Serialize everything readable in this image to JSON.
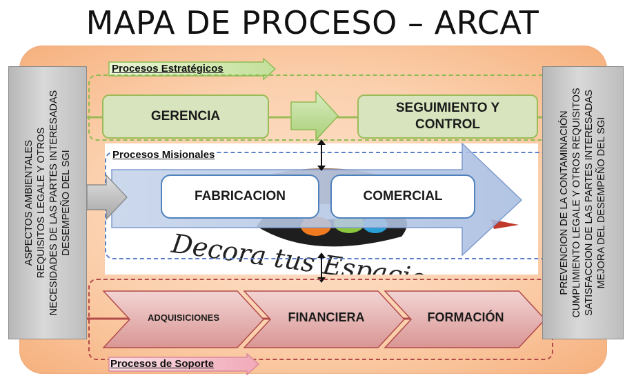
{
  "title": "MAPA DE PROCESO – ARCAT",
  "inputs": {
    "lines": [
      "ASPECTOS AMBIENTALES",
      "REQUISITOS LEGALE Y OTROS",
      "NECESIDADES DE LAS PARTES INTERESADAS",
      "DESEMPEÑO DEL SGI"
    ]
  },
  "outputs": {
    "lines": [
      "PREVENCION DE LA CONTAMINACIÓN",
      "CUMPLIMIENTO LEGALE Y OTROS REQUISITOS",
      "SATISFACCION DE LAS PARTES INTERESADAS",
      "MEJORA DEL DESEMPEÑO DEL SGI"
    ]
  },
  "strategic": {
    "label": "Procesos Estratégicos",
    "gerencia": "GERENCIA",
    "seguimiento_line1": "SEGUIMIENTO Y",
    "seguimiento_line2": "CONTROL"
  },
  "missional": {
    "label": "Procesos Misionales",
    "fabricacion": "FABRICACION",
    "comercial": "COMERCIAL",
    "logo_text": "Decora tus Espacios"
  },
  "support": {
    "label": "Procesos de Soporte",
    "items": [
      "ADQUISICIONES",
      "FINANCIERA",
      "FORMACIÓN"
    ]
  },
  "colors": {
    "strategic_green": "#9bbb59",
    "strategic_fill": "#d7e4bd",
    "missional_blue": "#4f81bd",
    "support_red": "#b24a4a",
    "support_fill": "#e6b9b8",
    "background_orange": "#fbd0ad"
  }
}
